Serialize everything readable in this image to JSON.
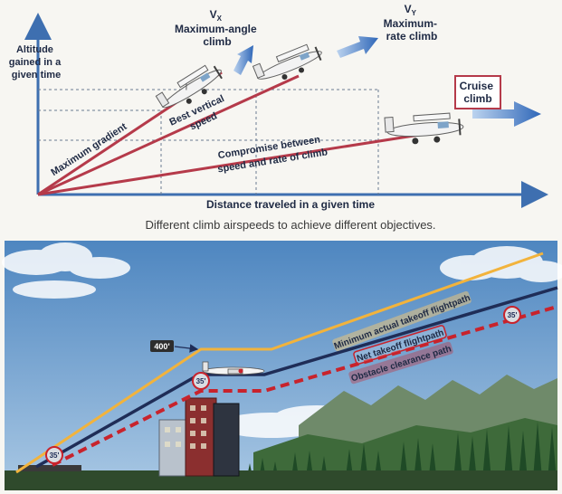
{
  "top": {
    "y_axis_label": [
      "Altitude",
      "gained in a",
      "given time"
    ],
    "x_axis_label": "Distance traveled in a given time",
    "vx": {
      "symbol": "V",
      "sub": "X",
      "line1": "Maximum-angle",
      "line2": "climb"
    },
    "vy": {
      "symbol": "V",
      "sub": "Y",
      "line1": "Maximum-",
      "line2": "rate climb"
    },
    "cruise": [
      "Cruise",
      "climb"
    ],
    "max_gradient": "Maximum gradient",
    "best_vertical": [
      "Best vertical",
      "speed"
    ],
    "compromise": [
      "Compromise between",
      "speed and rate of climb"
    ],
    "caption": "Different climb airspeeds to achieve different objectives."
  },
  "bottom": {
    "min_flightpath": "Minimum actual takeoff flightpath",
    "net_flightpath": "Net takeoff flightpath",
    "obstacle_path": "Obstacle clearance path",
    "height_400": "400'",
    "clear_35_a": "35'",
    "clear_35_b": "35'",
    "clear_35_c": "35'"
  },
  "colors": {
    "axis": "#3e6fb0",
    "gradient_line": "#b53a4a",
    "arrow": "#3b73c4",
    "sky": "#5e95c9",
    "orange_path": "#f2b33c",
    "navy_path": "#1f2d57",
    "red_dashed": "#c8232c"
  }
}
